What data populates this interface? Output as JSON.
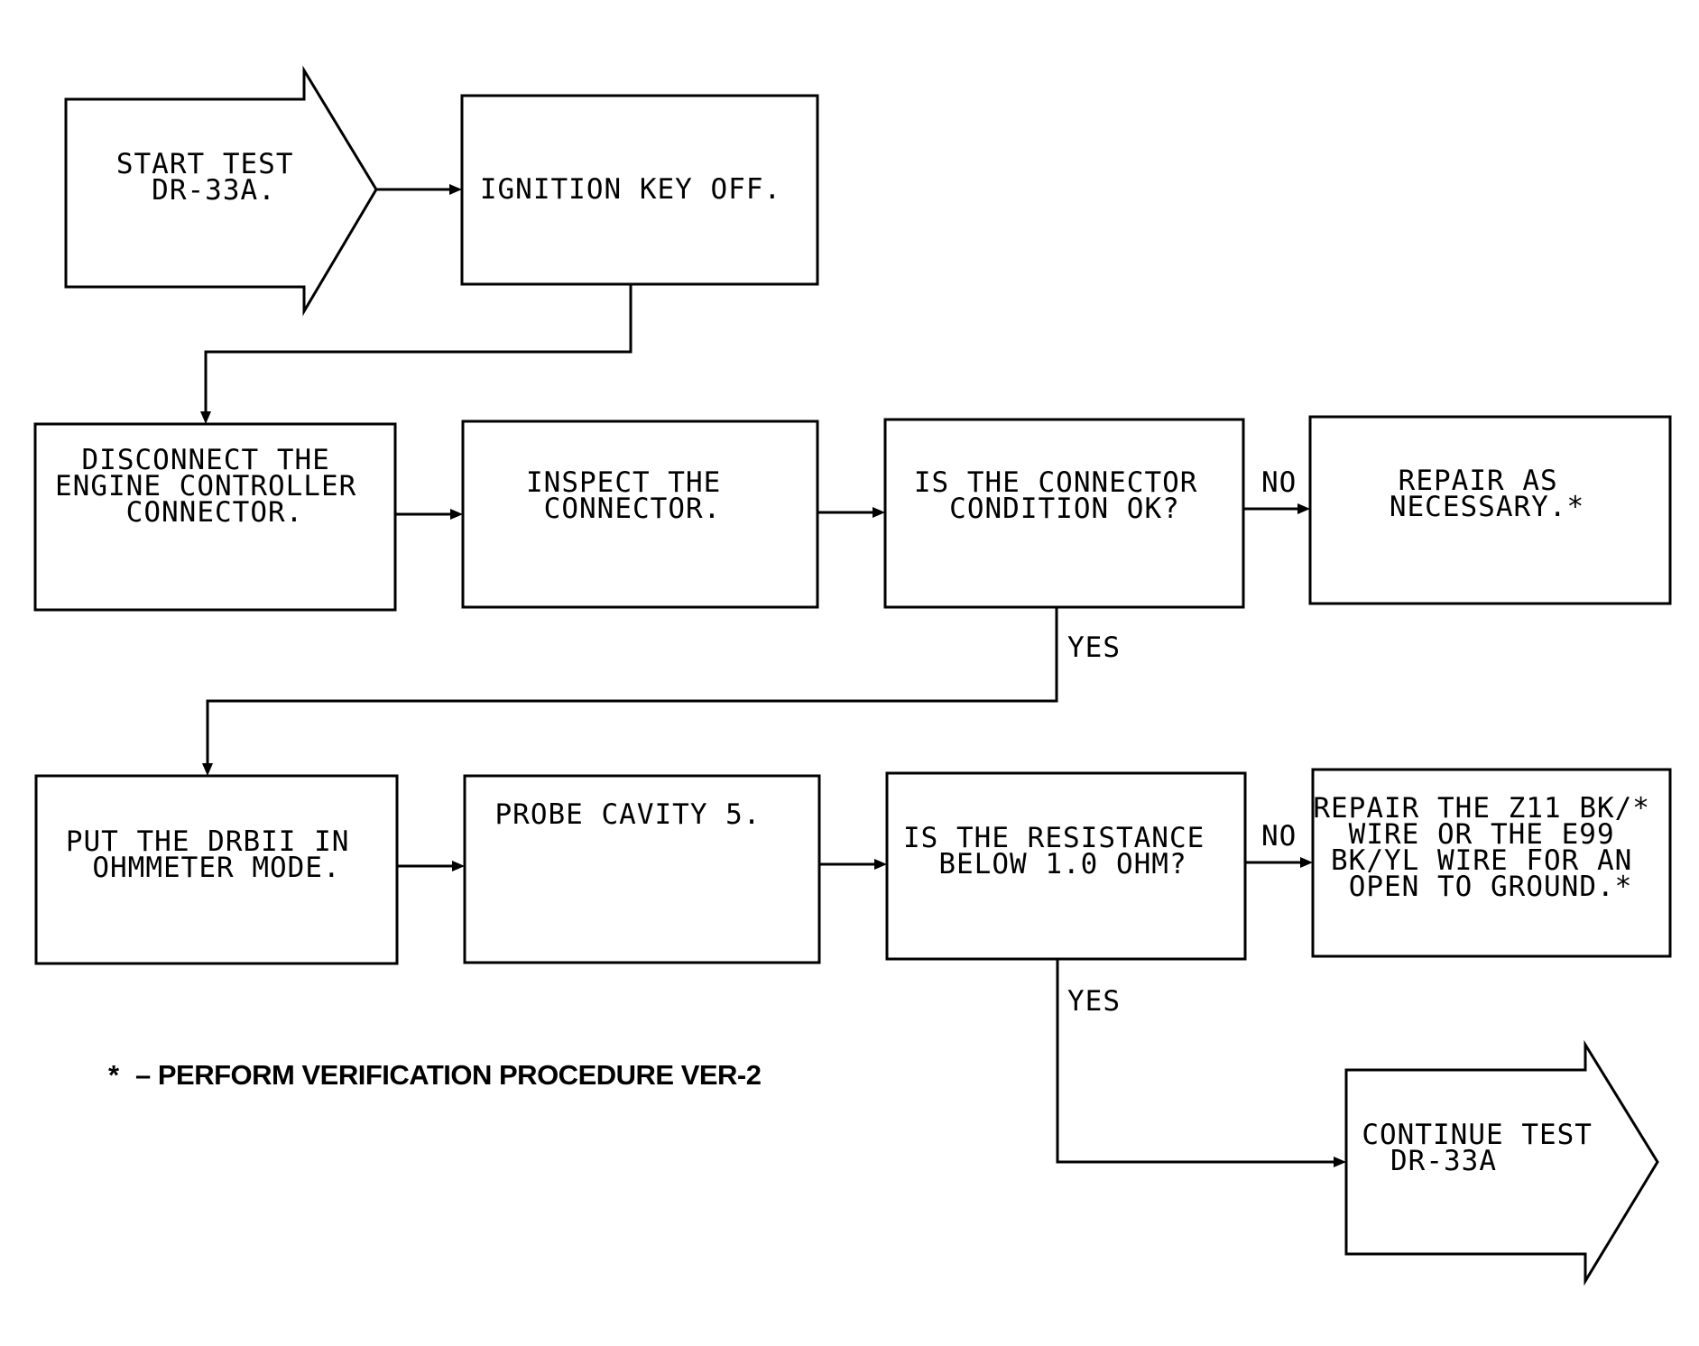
{
  "nodes": {
    "start": {
      "lines": [
        "START TEST",
        "DR-33A."
      ]
    },
    "ignition_off": {
      "lines": [
        "IGNITION KEY OFF."
      ]
    },
    "disconnect": {
      "lines": [
        "DISCONNECT THE",
        "ENGINE CONTROLLER",
        "CONNECTOR."
      ]
    },
    "inspect": {
      "lines": [
        "INSPECT THE",
        "CONNECTOR."
      ]
    },
    "connector_ok": {
      "lines": [
        "IS THE CONNECTOR",
        "CONDITION OK?"
      ]
    },
    "repair_necessary": {
      "lines": [
        "REPAIR AS",
        "NECESSARY.*"
      ]
    },
    "drbii_ohm": {
      "lines": [
        "PUT THE DRBII IN",
        "OHMMETER MODE."
      ]
    },
    "probe": {
      "lines": [
        "PROBE CAVITY 5."
      ]
    },
    "resistance": {
      "lines": [
        "IS THE RESISTANCE",
        "BELOW 1.0 OHM?"
      ]
    },
    "repair_wire": {
      "lines": [
        "REPAIR THE Z11 BK/*",
        "WIRE OR THE E99",
        "BK/YL WIRE FOR AN",
        "OPEN TO GROUND.*"
      ]
    },
    "continue": {
      "lines": [
        "CONTINUE TEST",
        "DR-33A"
      ]
    }
  },
  "edge_labels": {
    "no_1": "NO",
    "yes_1": "YES",
    "no_2": "NO",
    "yes_2": "YES"
  },
  "footnote": {
    "star": "*",
    "text": "–  PERFORM VERIFICATION PROCEDURE VER-2"
  }
}
